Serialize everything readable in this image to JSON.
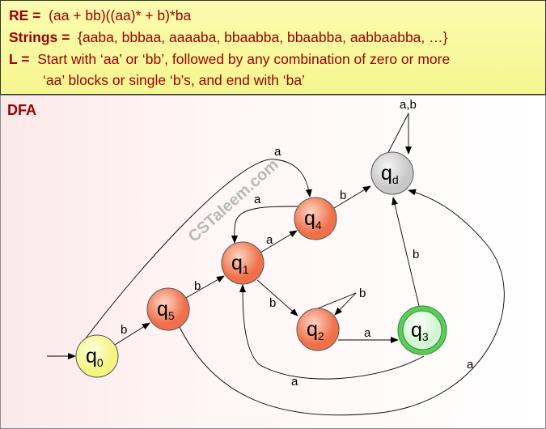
{
  "header": {
    "re_label": "RE =",
    "re_value": "(aa + bb)((aa)* + b)*ba",
    "strings_label": "Strings =",
    "strings_value": "{aaba, bbbaa, aaaaba, bbaabba, bbaabba, aabbaabba, …}",
    "l_label": "L =",
    "l_value1": "Start with ‘aa’ or ‘bb’, followed by any combination of zero or more",
    "l_value2": "‘aa’ blocks or single ‘b’s, and end with ‘ba’"
  },
  "dfa": {
    "title": "DFA",
    "watermark": "CSTaleem.com",
    "states": {
      "q0": "0",
      "q1": "1",
      "q2": "2",
      "q3": "3",
      "q4": "4",
      "q5": "5",
      "qd": "d"
    },
    "edges": {
      "q0_q4": "a",
      "q0_q5": "b",
      "q5_q1": "b",
      "q1_q4": "a",
      "q4_q1": "a",
      "q4_qd": "b",
      "q1_q2": "b",
      "q2_q2": "b",
      "q2_q3": "a",
      "q3_q1": "a",
      "q3_qd": "b",
      "q5_qd": "a",
      "qd_qd": "a,b"
    }
  },
  "colors": {
    "text": "#9a0000",
    "state": "#f4835f",
    "start": "#ffff99",
    "accept": "#5ccd5c",
    "dead": "#d8d8d8"
  }
}
